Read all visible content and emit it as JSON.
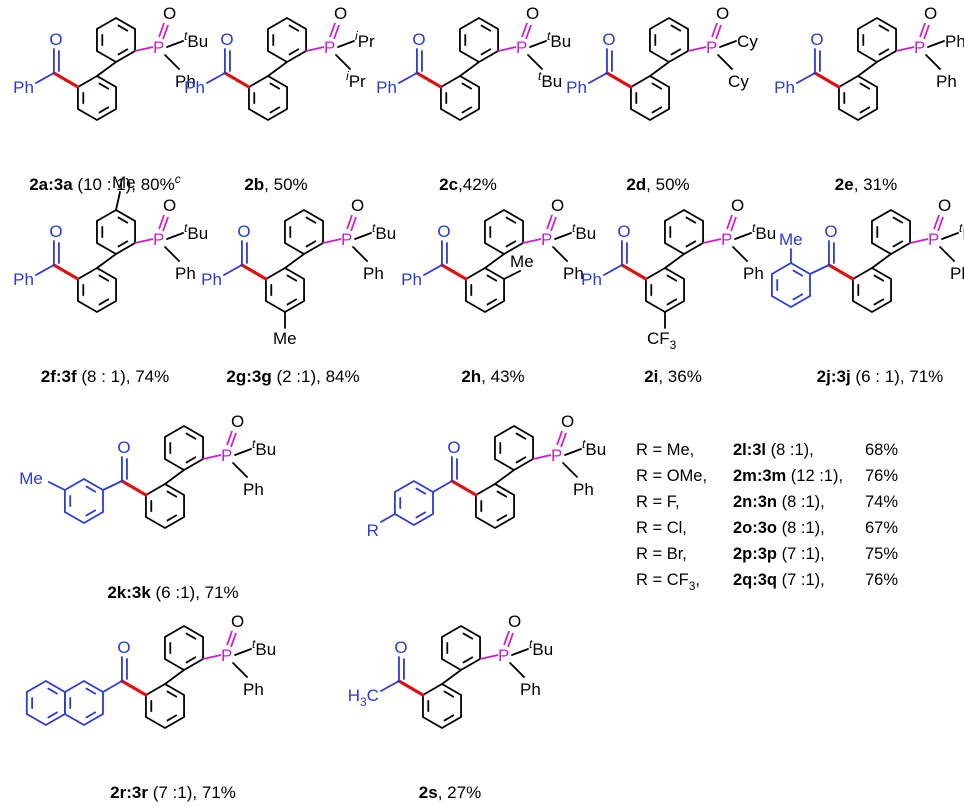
{
  "colors": {
    "ketone": "#2b3bd6",
    "phosphorus": "#cc1fcc",
    "new_bond": "#e01010",
    "default": "#000000"
  },
  "compounds": [
    {
      "id": "2a",
      "labels": {
        "acyl": "Ph",
        "o_acyl": "O",
        "p": "P",
        "o_p": "O",
        "r1": "tBu",
        "r2": "Ph"
      },
      "caption": {
        "bold": "2a:3a",
        "rest": " (10 : 1), 80%",
        "sup": "c"
      }
    },
    {
      "id": "2b",
      "labels": {
        "acyl": "Ph",
        "o_acyl": "O",
        "p": "P",
        "o_p": "O",
        "r1": "iPr",
        "r2": "iPr"
      },
      "caption": {
        "bold": "2b",
        "rest": ", 50%"
      }
    },
    {
      "id": "2c",
      "labels": {
        "acyl": "Ph",
        "o_acyl": "O",
        "p": "P",
        "o_p": "O",
        "r1": "tBu",
        "r2": "tBu"
      },
      "caption": {
        "bold": "2c",
        "rest": ",42%"
      }
    },
    {
      "id": "2d",
      "labels": {
        "acyl": "Ph",
        "o_acyl": "O",
        "p": "P",
        "o_p": "O",
        "r1": "Cy",
        "r2": "Cy"
      },
      "caption": {
        "bold": "2d",
        "rest": ", 50%"
      }
    },
    {
      "id": "2e",
      "labels": {
        "acyl": "Ph",
        "o_acyl": "O",
        "p": "P",
        "o_p": "O",
        "r1": "Ph",
        "r2": "Ph"
      },
      "caption": {
        "bold": "2e",
        "rest": ", 31%"
      }
    },
    {
      "id": "2f",
      "labels": {
        "acyl": "Ph",
        "o_acyl": "O",
        "p": "P",
        "o_p": "O",
        "r1": "tBu",
        "r2": "Ph",
        "me": "Me"
      },
      "caption": {
        "bold": "2f:3f",
        "rest": " (8 : 1), 74%"
      }
    },
    {
      "id": "2g",
      "labels": {
        "acyl": "Ph",
        "o_acyl": "O",
        "p": "P",
        "o_p": "O",
        "r1": "tBu",
        "r2": "Ph",
        "me": "Me"
      },
      "caption": {
        "bold": "2g:3g",
        "rest": " (2 :1), 84%"
      }
    },
    {
      "id": "2h",
      "labels": {
        "acyl": "Ph",
        "o_acyl": "O",
        "p": "P",
        "o_p": "O",
        "r1": "tBu",
        "r2": "Ph",
        "me": "Me"
      },
      "caption": {
        "bold": "2h",
        "rest": ", 43%"
      }
    },
    {
      "id": "2i",
      "labels": {
        "acyl": "Ph",
        "o_acyl": "O",
        "p": "P",
        "o_p": "O",
        "r1": "tBu",
        "r2": "Ph",
        "cf3": "CF3"
      },
      "caption": {
        "bold": "2i",
        "rest": ", 36%"
      }
    },
    {
      "id": "2j",
      "labels": {
        "o_acyl": "O",
        "p": "P",
        "o_p": "O",
        "r1": "tBu",
        "r2": "Ph",
        "me": "Me"
      },
      "caption": {
        "bold": "2j:3j",
        "rest": " (6 : 1), 71%"
      }
    },
    {
      "id": "2k",
      "labels": {
        "o_acyl": "O",
        "p": "P",
        "o_p": "O",
        "r1": "tBu",
        "r2": "Ph",
        "me": "Me"
      },
      "caption": {
        "bold": "2k:3k",
        "rest": " (6 :1), 71%"
      }
    },
    {
      "id": "2lq",
      "labels": {
        "o_acyl": "O",
        "p": "P",
        "o_p": "O",
        "r1": "tBu",
        "r2": "Ph",
        "r": "R"
      }
    },
    {
      "id": "2r",
      "labels": {
        "o_acyl": "O",
        "p": "P",
        "o_p": "O",
        "r1": "tBu",
        "r2": "Ph"
      },
      "caption": {
        "bold": "2r:3r",
        "rest": " (7 :1), 71%"
      }
    },
    {
      "id": "2s",
      "labels": {
        "acyl": "H3C",
        "o_acyl": "O",
        "p": "P",
        "o_p": "O",
        "r1": "tBu",
        "r2": "Ph"
      },
      "caption": {
        "bold": "2s",
        "rest": ", 27%"
      }
    }
  ],
  "r_table": [
    {
      "r": "R = Me,",
      "ratio_bold": "2l:3l",
      "ratio": " (8 :1),",
      "yield": "68%"
    },
    {
      "r": "R = OMe,",
      "ratio_bold": "2m:3m",
      "ratio": " (12 :1),",
      "yield": "76%"
    },
    {
      "r": "R = F,",
      "ratio_bold": "2n:3n",
      "ratio": " (8 :1),",
      "yield": "74%"
    },
    {
      "r": "R = Cl,",
      "ratio_bold": "2o:3o",
      "ratio": " (8 :1),",
      "yield": "67%"
    },
    {
      "r": "R = Br,",
      "ratio_bold": "2p:3p",
      "ratio": " (7 :1),",
      "yield": "75%"
    },
    {
      "r": "R = CF3,",
      "ratio_bold": "2q:3q",
      "ratio": " (7 :1),",
      "yield": "76%"
    }
  ]
}
